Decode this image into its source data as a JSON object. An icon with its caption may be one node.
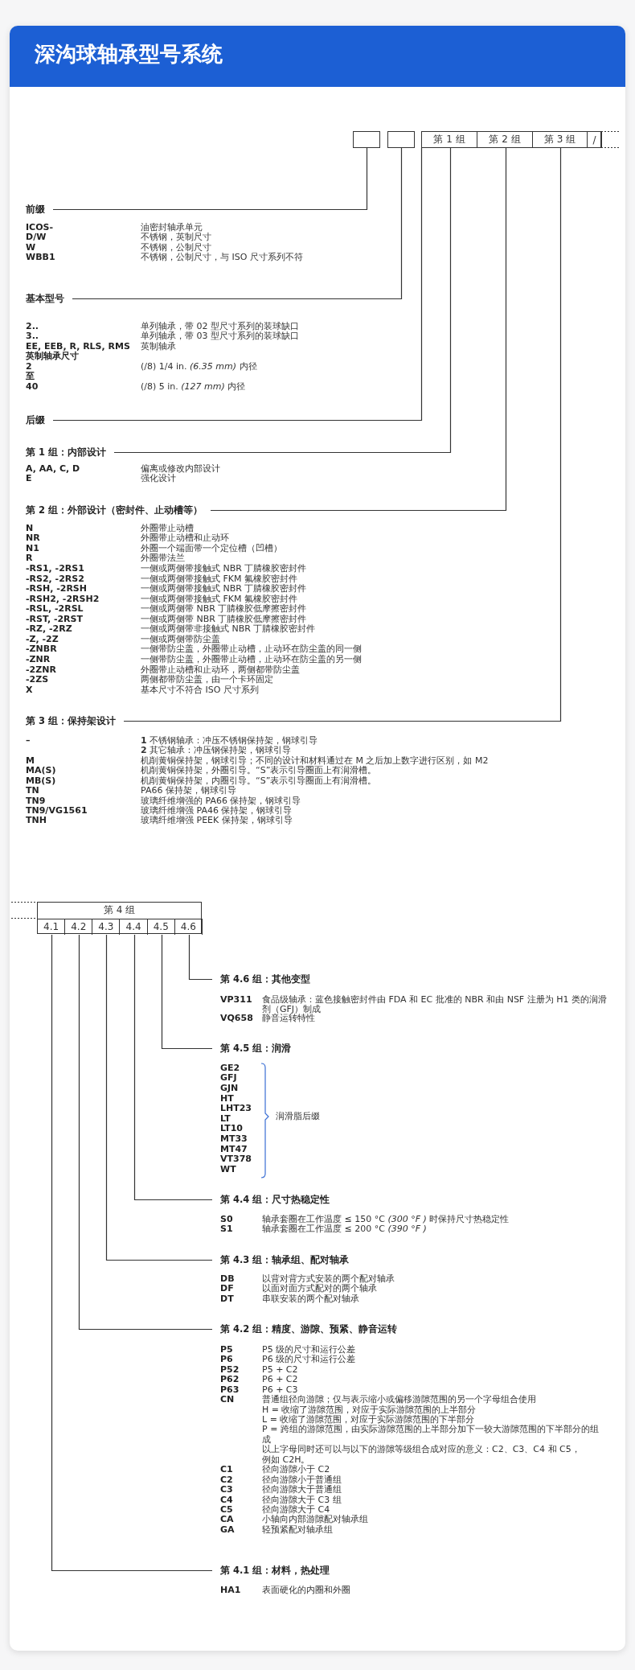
{
  "diagram": {
    "title": "深沟球轴承型号系统",
    "nodes": [
      {
        "text": [],
        "shape": "box"
      },
      {
        "text": [],
        "shape": "box"
      },
      {
        "text": [],
        "shape": "box"
      },
      {
        "text": [
          "第 1 组"
        ],
        "in": 2
      },
      {
        "text": [
          "第 2 组"
        ],
        "in": 2
      },
      {
        "text": [
          "第 3 组"
        ],
        "in": 2
      },
      {
        "text": [
          "/"
        ],
        "in": 2
      },
      {
        "text": [
          "前缀"
        ]
      },
      {
        "text": [
          "基本型号"
        ]
      },
      {
        "text": [
          "后缀"
        ]
      },
      {
        "text": [
          "第 1 组：内部设计"
        ]
      },
      {
        "text": [
          "第 2 组：外部设计（密封件、止动槽等）"
        ]
      },
      {
        "text": [
          "第 3 组：保持架设计"
        ]
      },
      {
        "text": [
          "第 4 组"
        ]
      },
      {
        "text": [
          "4.1"
        ],
        "in": 13
      },
      {
        "text": [
          "4.2"
        ],
        "in": 13
      },
      {
        "text": [
          "4.3"
        ],
        "in": 13
      },
      {
        "text": [
          "4.4"
        ],
        "in": 13
      },
      {
        "text": [
          "4.5"
        ],
        "in": 13
      },
      {
        "text": [
          "4.6"
        ],
        "in": 13
      },
      {
        "text": [
          "第 4.6 组：其他变型"
        ]
      },
      {
        "text": [
          "第 4.5 组：润滑"
        ]
      },
      {
        "text": [
          "第 4.4 组：尺寸热稳定性"
        ]
      },
      {
        "text": [
          "第 4.3 组：轴承组、配对轴承"
        ]
      },
      {
        "text": [
          "第 4.2 组：精度、游隙、预紧、静音运转"
        ]
      },
      {
        "text": [
          "第 4.1 组：材料，热处理"
        ]
      }
    ],
    "edges": [
      {
        "from": 0,
        "to": 7,
        "arrow": "none"
      },
      {
        "from": 1,
        "to": 8,
        "arrow": "none"
      },
      {
        "from": 2,
        "to": 9,
        "arrow": "none"
      },
      {
        "from": 3,
        "to": 10,
        "arrow": "none"
      },
      {
        "from": 4,
        "to": 11,
        "arrow": "none"
      },
      {
        "from": 5,
        "to": 12,
        "arrow": "none"
      },
      {
        "from": 19,
        "to": 20,
        "arrow": "none"
      },
      {
        "from": 18,
        "to": 21,
        "arrow": "none"
      },
      {
        "from": 17,
        "to": 22,
        "arrow": "none"
      },
      {
        "from": 16,
        "to": 23,
        "arrow": "none"
      },
      {
        "from": 15,
        "to": 24,
        "arrow": "none"
      },
      {
        "from": 14,
        "to": 25,
        "arrow": "none"
      }
    ],
    "labels": [
      "ICOS-",
      "油密封轴承单元",
      "D/W",
      "不锈钢，英制尺寸",
      "W",
      "不锈钢，公制尺寸",
      "WBB1",
      "不锈钢，公制尺寸，与 ISO 尺寸系列不符",
      "2..",
      "单列轴承，带 02 型尺寸系列的装球缺口",
      "3..",
      "单列轴承，带 03 型尺寸系列的装球缺口",
      "EE, EEB, R, RLS, RMS",
      "英制轴承",
      "英制轴承尺寸",
      "2",
      "(/8) 1/4 in. *(6.35 mm)* 内径",
      "至",
      "40",
      "(/8) 5 in. *(127 mm)* 内径",
      "A, AA, C, D",
      "偏离或修改内部设计",
      "E",
      "强化设计",
      "N",
      "外圈带止动槽",
      "NR",
      "外圈带止动槽和止动环",
      "N1",
      "外圈一个端面带一个定位槽（凹槽）",
      "R",
      "外圈带法兰",
      "-RS1, -2RS1",
      "一侧或两侧带接触式 NBR 丁腈橡胶密封件",
      "-RS2, -2RS2",
      "一侧或两侧带接触式 FKM 氟橡胶密封件",
      "-RSH, -2RSH",
      "一侧或两侧带接触式 NBR 丁腈橡胶密封件",
      "-RSH2, -2RSH2",
      "一侧或两侧带接触式 FKM 氟橡胶密封件",
      "-RSL, -2RSL",
      "一侧或两侧带 NBR 丁腈橡胶低摩擦密封件",
      "-RST, -2RST",
      "一侧或两侧带 NBR 丁腈橡胶低摩擦密封件",
      "-RZ, -2RZ",
      "一侧或两侧带非接触式 NBR 丁腈橡胶密封件",
      "-Z, -2Z",
      "一侧或两侧带防尘盖",
      "-ZNBR",
      "一侧带防尘盖，外圈带止动槽，止动环在防尘盖的同一侧",
      "-ZNR",
      "一侧带防尘盖，外圈带止动槽，止动环在防尘盖的另一侧",
      "-2ZNR",
      "外圈带止动槽和止动环，两侧都带防尘盖",
      "-2ZS",
      "两侧都带防尘盖，由一个卡环固定",
      "X",
      "基本尺寸不符合 ISO 尺寸系列",
      "–",
      "**1** 不锈钢轴承：冲压不锈钢保持架，钢球引导",
      "**2** 其它轴承：冲压钢保持架，钢球引导",
      "M",
      "机削黄铜保持架，钢球引导；不同的设计和材料通过在 M 之后加上数字进行区别，如 M2",
      "MA(S)",
      "机削黄铜保持架，外圈引导。“S”表示引导圈面上有润滑槽。",
      "MB(S)",
      "机削黄铜保持架，内圈引导。“S”表示引导圈面上有润滑槽。",
      "TN",
      "PA66 保持架，钢球引导",
      "TN9",
      "玻璃纤维增强的 PA66 保持架，钢球引导",
      "TN9/VG1561",
      "玻璃纤维增强 PA46 保持架，钢球引导",
      "TNH",
      "玻璃纤维增强 PEEK 保持架，钢球引导",
      "VP311",
      "食品级轴承：蓝色接触密封件由 FDA 和 EC 批准的 NBR 和由 NSF 注册为 H1 类的润滑剂（GFJ）制成",
      "VQ658",
      "静音运转特性",
      "GE2",
      "GFJ",
      "GJN",
      "HT",
      "LHT23",
      "LT",
      "LT10",
      "MT33",
      "MT47",
      "VT378",
      "WT",
      "润滑脂后缀",
      "S0",
      "轴承套圈在工作温度 ≤ 150 °C *(300 °F )* 时保持尺寸热稳定性",
      "S1",
      "轴承套圈在工作温度 ≤ 200 °C *(390 °F )*",
      "DB",
      "以背对背方式安装的两个配对轴承",
      "DF",
      "以面对面方式配对的两个轴承",
      "DT",
      "串联安装的两个配对轴承",
      "P5",
      "P5 级的尺寸和运行公差",
      "P6",
      "P6 级的尺寸和运行公差",
      "P52",
      "P5 + C2",
      "P62",
      "P6 + C2",
      "P63",
      "P6 + C3",
      "CN",
      "普通组径向游隙；仅与表示缩小或偏移游隙范围的另一个字母组合使用",
      "H = 收缩了游隙范围，对应于实际游隙范围的上半部分",
      "L = 收缩了游隙范围，对应于实际游隙范围的下半部分",
      "P = 跨组的游隙范围，由实际游隙范围的上半部分加下一较大游隙范围的下半部分的组成",
      "以上字母同时还可以与以下的游隙等级组合成对应的意义：C2、C3、C4 和 C5，例如 C2H。",
      "C1",
      "径向游隙小于 C2",
      "C2",
      "径向游隙小于普通组",
      "C3",
      "径向游隙大于普通组",
      "C4",
      "径向游隙大于 C3 组",
      "C5",
      "径向游隙大于 C4",
      "CA",
      "小轴向内部游隙配对轴承组",
      "GA",
      "轻预紧配对轴承组",
      "HA1",
      "表面硬化的内圈和外圈"
    ]
  }
}
